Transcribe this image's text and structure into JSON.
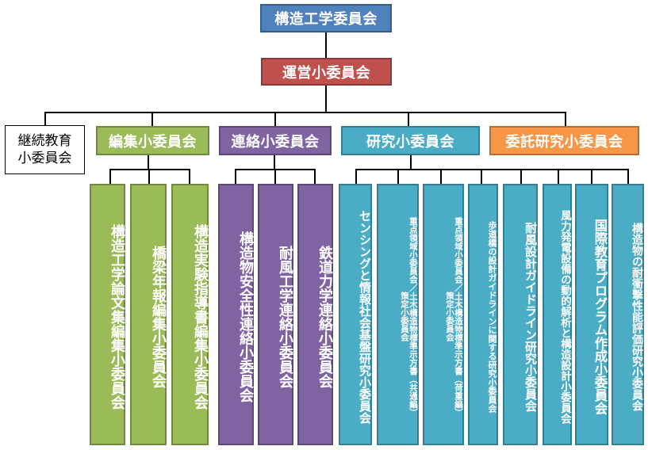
{
  "colors": {
    "top": "#4f81bd",
    "unei": "#c0504d",
    "green": "#9bbb59",
    "purple": "#8064a2",
    "aqua": "#4bacc6",
    "orange": "#f79646"
  },
  "chart": {
    "top": "構造工学委員会",
    "unei": "運営小委員会",
    "keizoku": "継続教育\n小委員会",
    "henshu": "編集小委員会",
    "renraku": "連絡小委員会",
    "kenkyu": "研究小委員会",
    "itaku": "委託研究小委員会",
    "henshu_children": [
      "構造工学論文集編集小委員会",
      "橋梁年報編集小委員会",
      "構造実験指導書編集小委員会"
    ],
    "renraku_children": [
      "構造物安全性連絡小委員会",
      "耐風工学連絡小委員会",
      "鉄道力学連絡小委員会"
    ],
    "kenkyu_children": [
      "センシングと情報社会基盤研究小委員会",
      "重点領域小委員会／土木構造物標準示方書（共通編）\n策定小委員会",
      "重点領域小委員会／土木構造物標準示方書（荷重編）\n策定小委員会",
      "歩道橋の設計ガイドラインに関する研究小委員会",
      "耐風設計ガイドライン研究小委員会",
      "風力発電設備の動的解析と構造設計小委員会",
      "国際教育プログラム作成小委員会",
      "構造物の耐衝撃性能評価研究小委員会"
    ]
  }
}
